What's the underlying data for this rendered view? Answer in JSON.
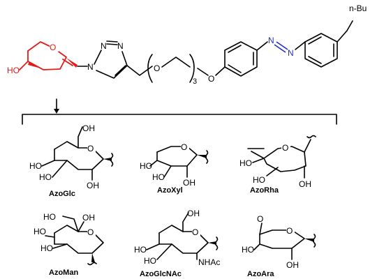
{
  "atoms": {
    "ho": "HO",
    "o": "O",
    "n": "N",
    "n_eq": "N=N",
    "n_butyl": "n-Bu",
    "repeat": "3",
    "oh": "OH",
    "nhac": "NHAc"
  },
  "colors": {
    "sugar_highlight": "#e41b17",
    "azo_highlight": "#1f2fc7",
    "bond": "#000000"
  },
  "labels": {
    "glc": "AzoGlc",
    "xyl": "AzoXyl",
    "rha": "AzoRha",
    "man": "AzoMan",
    "glcnac": "AzoGlcNAc",
    "ara": "AzoAra"
  }
}
